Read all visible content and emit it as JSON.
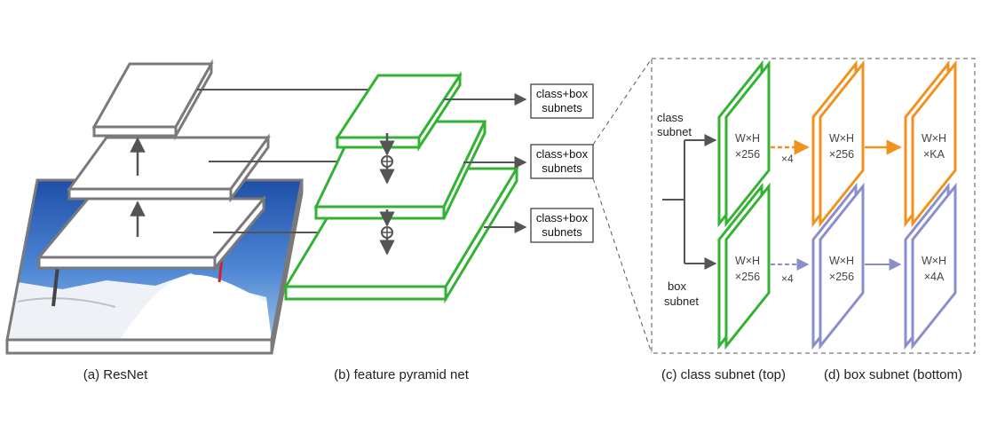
{
  "captions": {
    "a": "(a) ResNet",
    "b": "(b) feature pyramid net",
    "c": "(c) class subnet (top)",
    "d": "(d) box subnet (bottom)"
  },
  "subnet_boxes": [
    {
      "line1": "class+box",
      "line2": "subnets"
    },
    {
      "line1": "class+box",
      "line2": "subnets"
    },
    {
      "line1": "class+box",
      "line2": "subnets"
    }
  ],
  "subnet_labels": {
    "class_line1": "class",
    "class_line2": "subnet",
    "box_line1": "box",
    "box_line2": "subnet"
  },
  "class_subnet": [
    {
      "line1": "W×H",
      "line2": "×256"
    },
    {
      "line1": "W×H",
      "line2": "×256"
    },
    {
      "line1": "W×H",
      "line2": "×KA"
    }
  ],
  "box_subnet": [
    {
      "line1": "W×H",
      "line2": "×256"
    },
    {
      "line1": "W×H",
      "line2": "×256"
    },
    {
      "line1": "W×H",
      "line2": "×4A"
    }
  ],
  "repeat_labels": {
    "class": "×4",
    "box": "×4"
  },
  "colors": {
    "resnet": "#7a7a7a",
    "fpn": "#33b233",
    "class": "#f0921e",
    "box": "#8a8fcc",
    "arrow": "#555555"
  }
}
